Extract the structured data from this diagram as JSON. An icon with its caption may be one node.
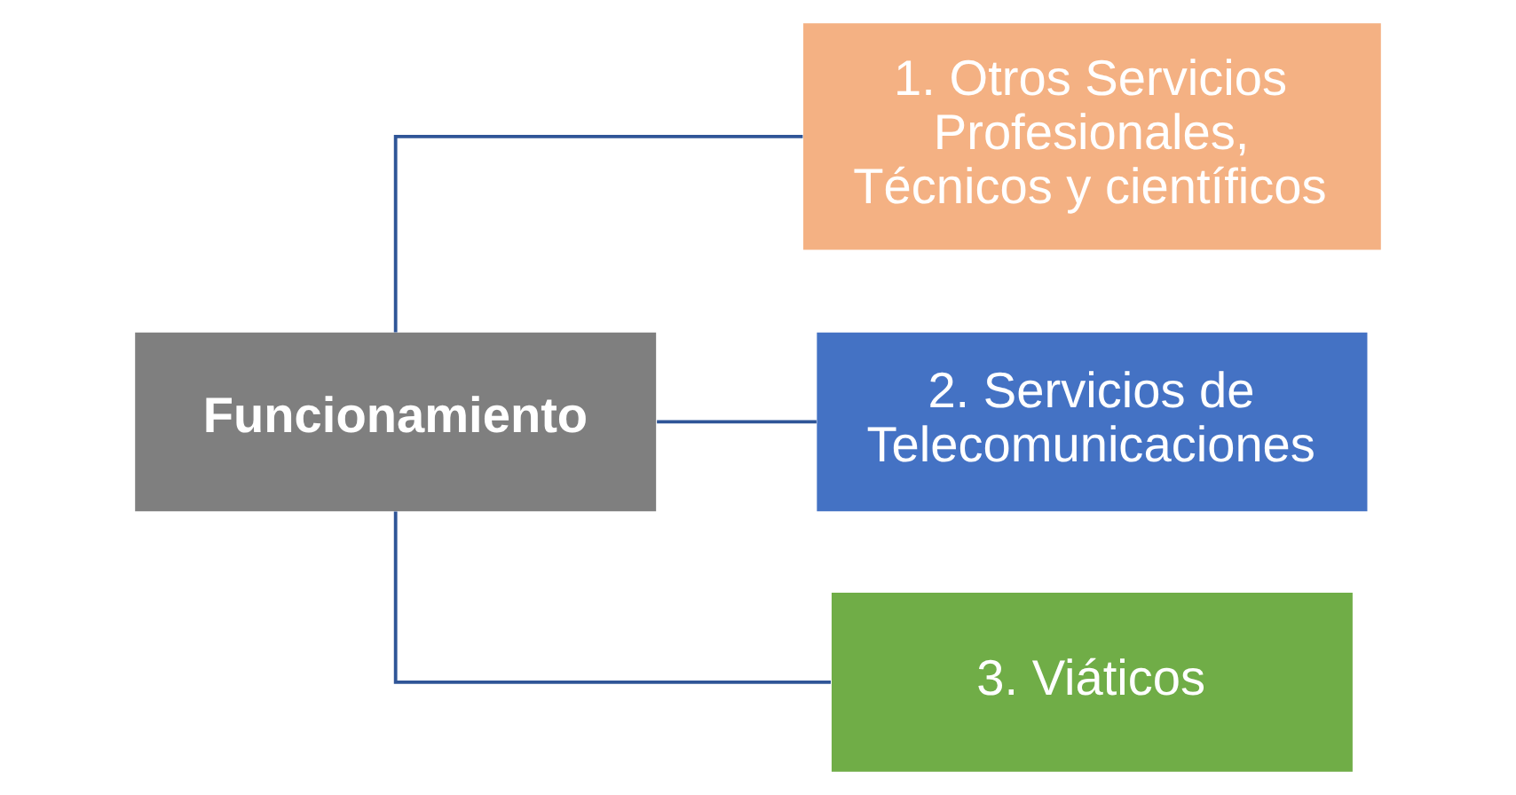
{
  "diagram": {
    "nodes": [
      {
        "text": [
          "Funcionamiento"
        ]
      },
      {
        "text": [
          "1. Otros Servicios Profesionales, Técnicos y científicos"
        ]
      },
      {
        "text": [
          "2. Servicios de Telecomunicaciones"
        ]
      },
      {
        "text": [
          "3. Viáticos"
        ]
      }
    ],
    "edges": [
      {
        "from": 0,
        "to": 1,
        "arrow": "none"
      },
      {
        "from": 0,
        "to": 2,
        "arrow": "none"
      },
      {
        "from": 0,
        "to": 3,
        "arrow": "none"
      }
    ]
  }
}
